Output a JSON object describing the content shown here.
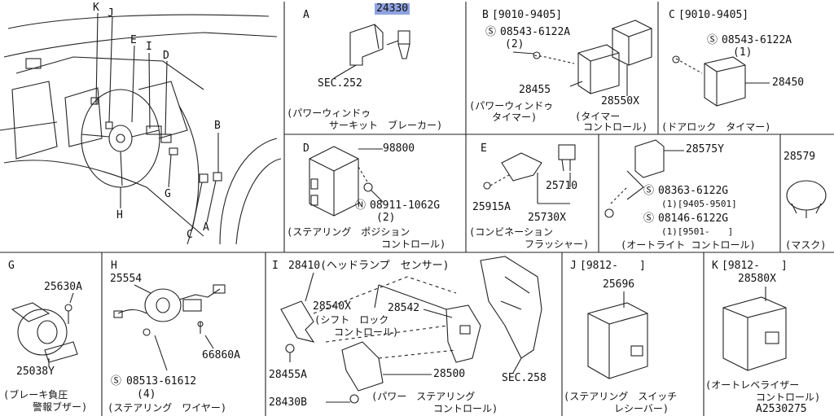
{
  "overview": {
    "letters": [
      "K",
      "J",
      "E",
      "I",
      "D",
      "B",
      "G",
      "H",
      "C",
      "A"
    ]
  },
  "A": {
    "letter": "A",
    "part": "24330",
    "ref": "SEC.252",
    "caption1": "(パワーウィンドゥ",
    "caption2": "サーキット　ブレーカー)"
  },
  "B": {
    "letter": "B",
    "range": "[9010-9405]",
    "screw": "08543-6122A",
    "qty": "(2)",
    "p1": "28455",
    "p2": "28550X",
    "caption1": "(パワーウィンドゥ",
    "caption2": "タイマー)",
    "caption3": "(タイマー",
    "caption4": "コントロール)"
  },
  "C": {
    "letter": "C",
    "range": "[9010-9405]",
    "screw": "08543-6122A",
    "qty": "(1)",
    "p1": "28450",
    "caption": "(ドアロック　タイマー)"
  },
  "D": {
    "letter": "D",
    "p1": "98800",
    "nut": "08911-1062G",
    "qty": "(2)",
    "caption1": "(ステアリング　ポジション",
    "caption2": "コントロール)"
  },
  "E": {
    "letter": "E",
    "p1": "25710",
    "p2": "25915A",
    "p3": "25730X",
    "caption1": "(コンビネーション",
    "caption2": "フラッシャー)"
  },
  "F": {
    "p1": "28575Y",
    "s1": "08363-6122G",
    "s1q": "(1)[9405-9501]",
    "s2": "08146-6122G",
    "s2q": "(1)[9501-　　]",
    "caption": "(オートライト コントロール)"
  },
  "M": {
    "p1": "28579",
    "caption": "(マスク)"
  },
  "G": {
    "letter": "G",
    "p1": "25630A",
    "p2": "25038Y",
    "caption1": "(ブレーキ負圧",
    "caption2": "警報ブザー)"
  },
  "H": {
    "letter": "H",
    "p1": "25554",
    "p2": "66860A",
    "screw": "08513-61612",
    "qty": "(4)",
    "caption": "(ステアリング　ワイヤー)"
  },
  "I": {
    "letter": "I",
    "p1": "28410(ヘッドランプ　センサー)",
    "p2": "28540X",
    "p2c1": "(シフト　ロック",
    "p2c2": "コントロール)",
    "p3": "28542",
    "p4": "28455A",
    "p5": "28500",
    "p6": "28430B",
    "ref": "SEC.258",
    "caption1": "(パワー　ステアリング",
    "caption2": "コントロール)"
  },
  "J": {
    "letter": "J",
    "range": "[9812-　　]",
    "p1": "25696",
    "caption1": "(ステアリング　スイッチ",
    "caption2": "レシーバー)"
  },
  "K": {
    "letter": "K",
    "range": "[9812-　　]",
    "p1": "28580X",
    "caption1": "(オートレベライザー",
    "caption2": "コントロール)",
    "code": "A2530275"
  }
}
